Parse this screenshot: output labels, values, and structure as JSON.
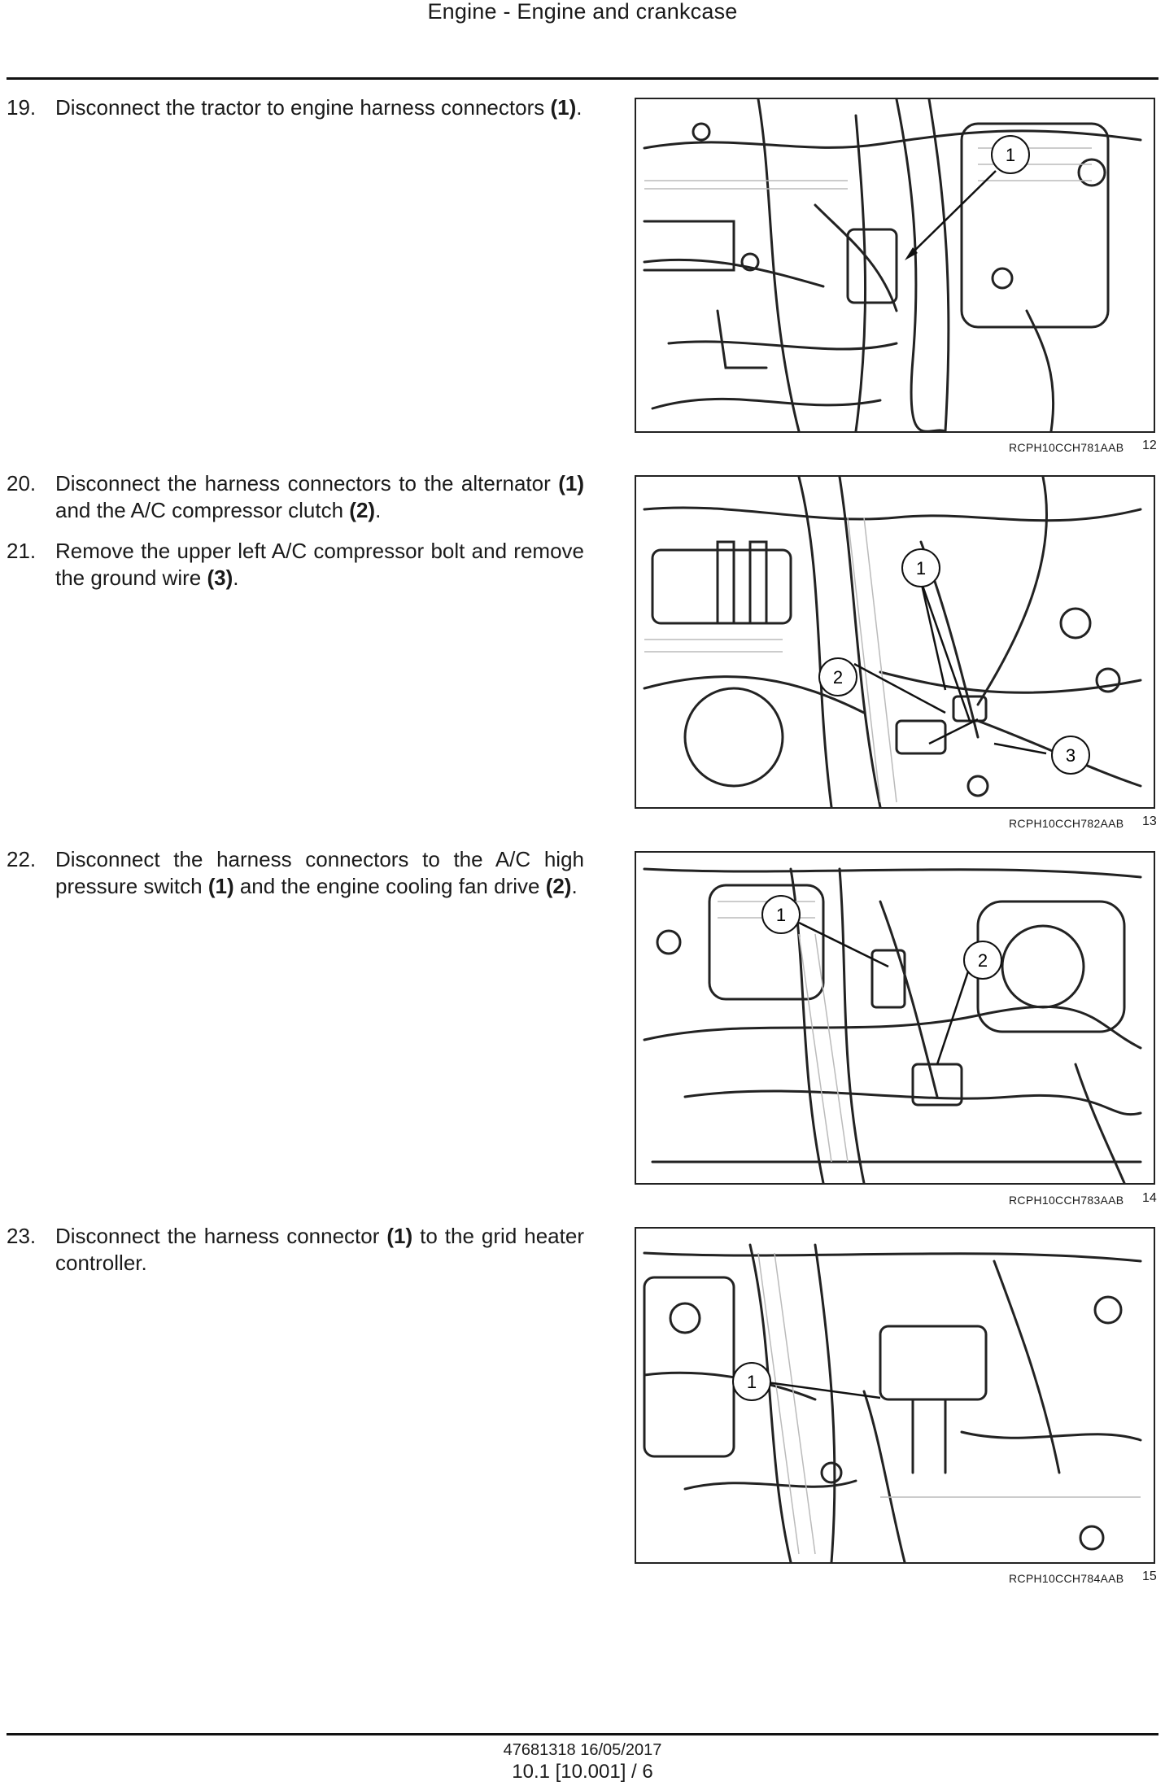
{
  "header": {
    "title": "Engine - Engine and crankcase"
  },
  "steps": [
    {
      "number": "19.",
      "text": "Disconnect the tractor to engine harness connectors (1)."
    },
    {
      "number": "20.",
      "text": "Disconnect the harness connectors to the alternator (1) and the A/C compressor clutch (2)."
    },
    {
      "number": "21.",
      "text": "Remove the upper left A/C compressor bolt and remove the ground wire (3)."
    },
    {
      "number": "22.",
      "text": "Disconnect the harness connectors to the A/C high pressure switch (1) and the engine cooling fan drive (2)."
    },
    {
      "number": "23.",
      "text": "Disconnect the harness connector (1) to the grid heater controller."
    }
  ],
  "figures": [
    {
      "ref": "RCPH10CCH781AAB",
      "number": "12",
      "callouts": [
        "1"
      ]
    },
    {
      "ref": "RCPH10CCH782AAB",
      "number": "13",
      "callouts": [
        "1",
        "2",
        "3"
      ]
    },
    {
      "ref": "RCPH10CCH783AAB",
      "number": "14",
      "callouts": [
        "1",
        "2"
      ]
    },
    {
      "ref": "RCPH10CCH784AAB",
      "number": "15",
      "callouts": [
        "1"
      ]
    }
  ],
  "footer": {
    "doc_info": "47681318 16/05/2017",
    "page": "10.1 [10.001] / 6"
  }
}
